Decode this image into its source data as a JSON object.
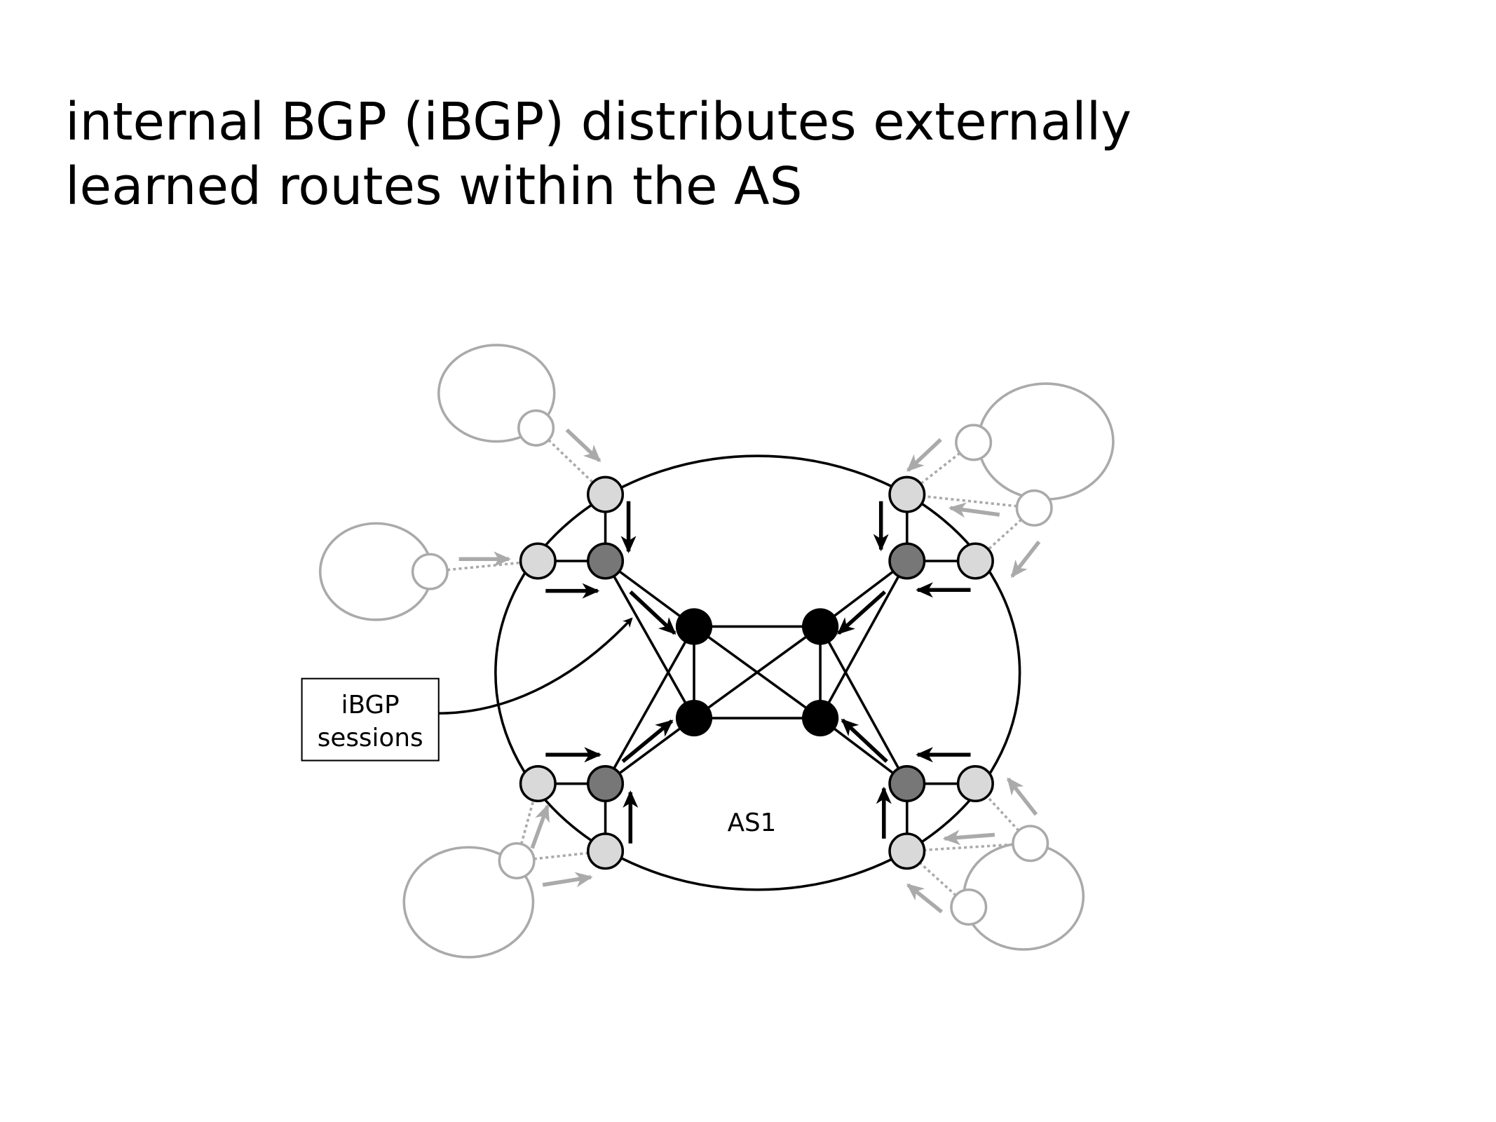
{
  "title": {
    "line1": "internal BGP (iBGP) distributes externally",
    "line2": "learned routes within the AS"
  },
  "diagram": {
    "callout_line1": "iBGP",
    "callout_line2": "sessions",
    "as_label": "AS1"
  },
  "colors": {
    "core_router": "#000000",
    "border_router": "#777777",
    "edge_router": "#d9d9d9",
    "external": "#aaaaaa"
  }
}
